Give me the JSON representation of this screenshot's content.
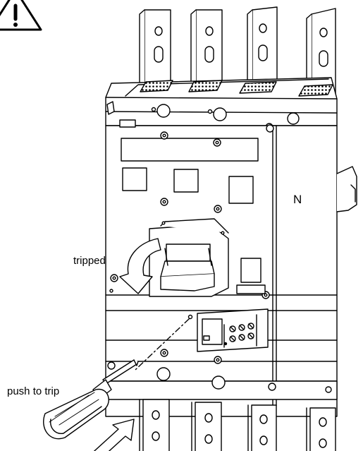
{
  "labels": {
    "neutral": "N",
    "tripped": "tripped",
    "push_to_trip": "push to trip"
  },
  "icons": {
    "warning": "warning-triangle-icon"
  }
}
